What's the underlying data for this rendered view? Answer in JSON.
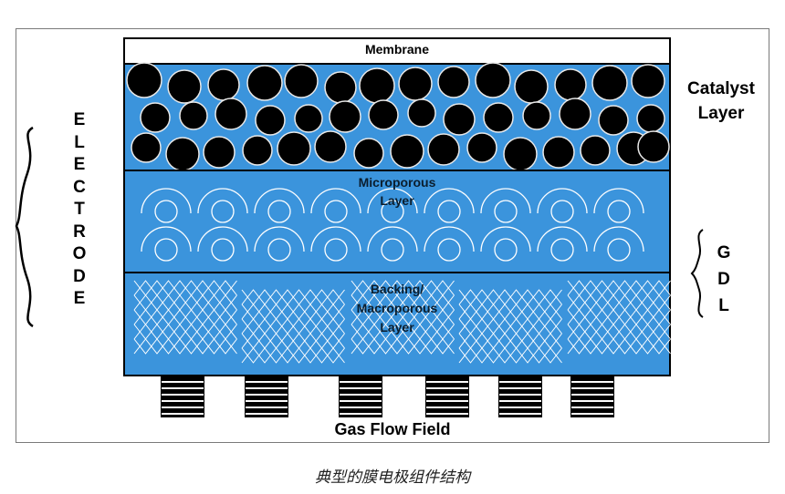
{
  "layers": {
    "membrane": "Membrane",
    "microporous": [
      "Microporous",
      "Layer"
    ],
    "backing": [
      "Backing/",
      "Macroporous",
      "Layer"
    ]
  },
  "side_labels": {
    "catalyst": [
      "Catalyst",
      "Layer"
    ],
    "electrode": [
      "E",
      "L",
      "E",
      "C",
      "T",
      "R",
      "O",
      "D",
      "E"
    ],
    "gdl": [
      "G",
      "D",
      "L"
    ]
  },
  "bottom_label": "Gas Flow Field",
  "caption": "典型的膜电极组件结构",
  "colors": {
    "layer_fill": "#3b94dc",
    "particle": "#000000",
    "pattern_line": "#ffffff",
    "frame_border": "#7a7a7a"
  }
}
